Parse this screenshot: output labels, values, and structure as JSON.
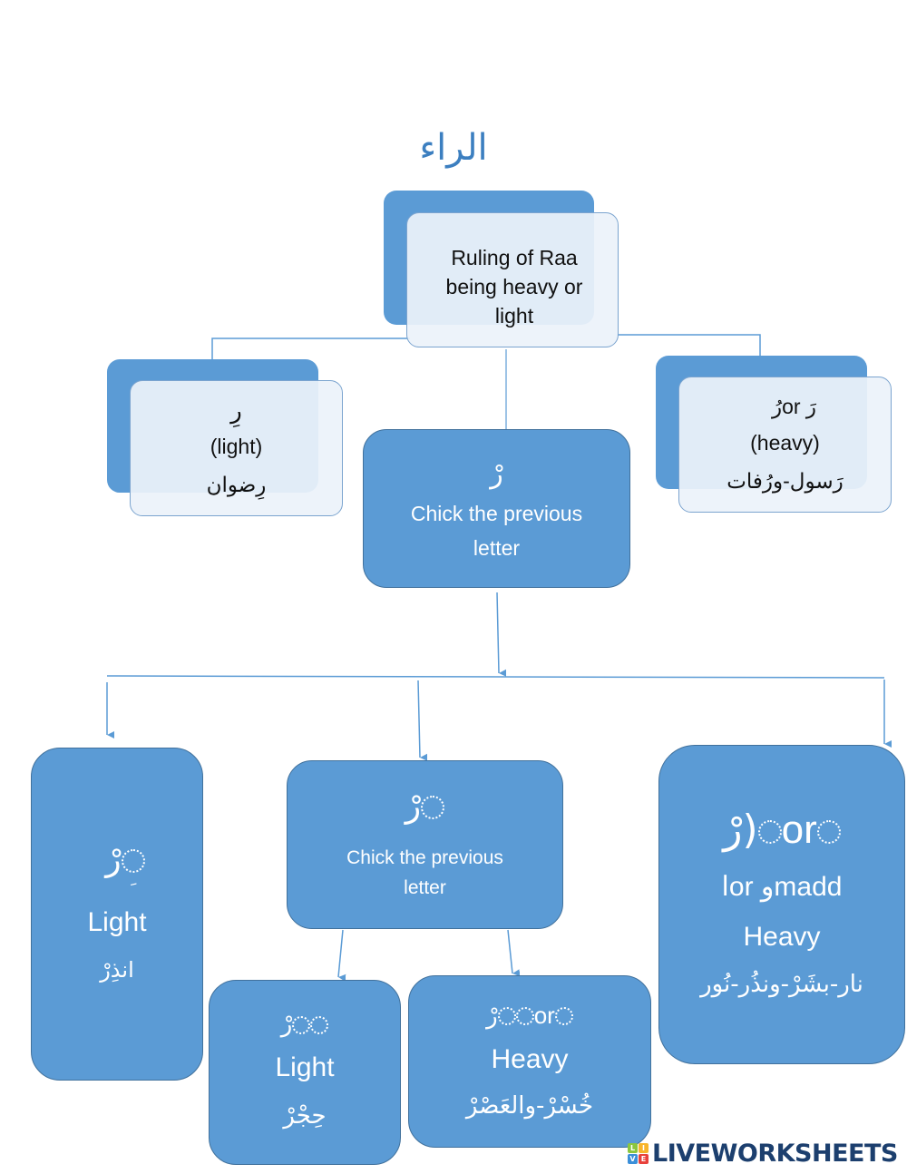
{
  "title": "الراء",
  "colors": {
    "box_fill": "#5b9bd5",
    "box_border": "#41719c",
    "front_fill": "#ecf2fa",
    "front_border": "#7ba4cf",
    "title": "#3c7fc0",
    "connector": "#5b9bd5",
    "logo_text": "#1c3f6e"
  },
  "root": {
    "line1": "Ruling of Raa",
    "line2": "being heavy or",
    "line3": "light"
  },
  "left_node": {
    "symbol": "رِ",
    "label": "(light)",
    "example": "رِضوان"
  },
  "right_node": {
    "symbol_a": "رُ",
    "or": "or",
    "symbol_b": "رَ",
    "label": "(heavy)",
    "example": "رَسول-ورُفات"
  },
  "center_node": {
    "symbol": "رْ",
    "line1": "Chick the previous",
    "line2": "letter"
  },
  "bottom_left": {
    "symbol_letter": "رْ",
    "symbol_mark": "ِ",
    "label": "Light",
    "example": "انذِرْ"
  },
  "bottom_middle": {
    "symbol_letter": "رْ",
    "symbol_mark": "ْ",
    "line1": "Chick the previous",
    "line2": "letter"
  },
  "bottom_right": {
    "symbol_letter": "رْ",
    "paren": ")",
    "mark_a": "َ",
    "or": "or",
    "mark_b": "ُ",
    "madd_line": "اor وmadd",
    "label": "Heavy",
    "example": "نار-بشَرْ-ونذُر-نُور"
  },
  "leaf_light": {
    "symbol_letter": "رْ",
    "label": "Light",
    "example": "حِجْرْ"
  },
  "leaf_heavy": {
    "symbol_letter": "رْ",
    "or": "or",
    "label": "Heavy",
    "example": "خُسْرْ-والعَصْرْ"
  },
  "logo": {
    "grid": [
      "L",
      "I",
      "V",
      "E"
    ],
    "text": "LIVEWORKSHEETS"
  }
}
